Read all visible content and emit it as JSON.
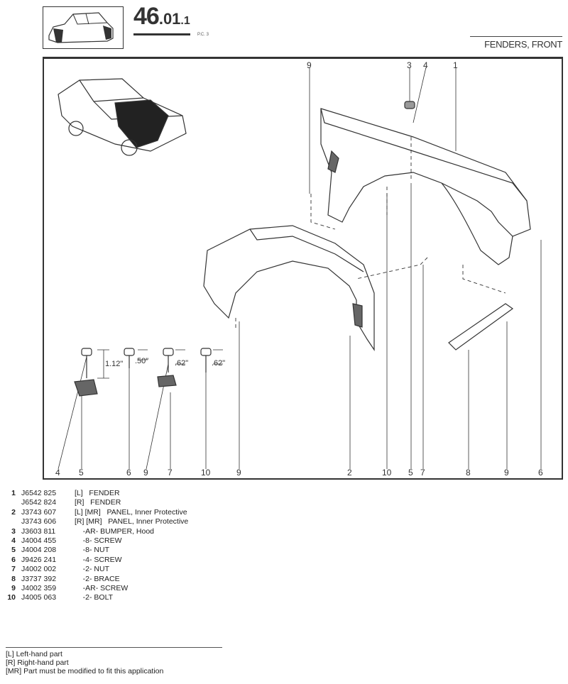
{
  "header": {
    "page_main": "46",
    "page_sub": ".01",
    "page_suffix": ".1",
    "pc": "P.C. 3",
    "section_title": "FENDERS, FRONT"
  },
  "diagram": {
    "top_callouts": [
      "9",
      "3",
      "4",
      "1"
    ],
    "bottom_callouts": [
      "4",
      "5",
      "6",
      "9",
      "7",
      "10",
      "9",
      "2",
      "10",
      "5",
      "7",
      "8",
      "9",
      "6"
    ],
    "dimensions": [
      "1.12\"",
      ".50\"",
      ".62\"",
      ".62\""
    ]
  },
  "parts": [
    {
      "num": "1",
      "part": "J6542 825",
      "desc": "[L]   FENDER"
    },
    {
      "num": "",
      "part": "J6542 824",
      "desc": "[R]   FENDER"
    },
    {
      "num": "2",
      "part": "J3743 607",
      "desc": "[L] [MR]   PANEL, Inner Protective"
    },
    {
      "num": "",
      "part": "J3743 606",
      "desc": "[R] [MR]   PANEL, Inner Protective"
    },
    {
      "num": "3",
      "part": "J3603 811",
      "desc": "    -AR- BUMPER, Hood"
    },
    {
      "num": "4",
      "part": "J4004 455",
      "desc": "    -8- SCREW"
    },
    {
      "num": "5",
      "part": "J4004 208",
      "desc": "    -8- NUT"
    },
    {
      "num": "6",
      "part": "J9426 241",
      "desc": "    -4- SCREW"
    },
    {
      "num": "7",
      "part": "J4002 002",
      "desc": "    -2- NUT"
    },
    {
      "num": "8",
      "part": "J3737 392",
      "desc": "    -2- BRACE"
    },
    {
      "num": "9",
      "part": "J4002 359",
      "desc": "    -AR- SCREW"
    },
    {
      "num": "10",
      "part": "J4005 063",
      "desc": "    -2- BOLT"
    }
  ],
  "notes": [
    "[L] Left-hand part",
    "[R] Right-hand part",
    "[MR] Part must be modified to fit this application"
  ]
}
